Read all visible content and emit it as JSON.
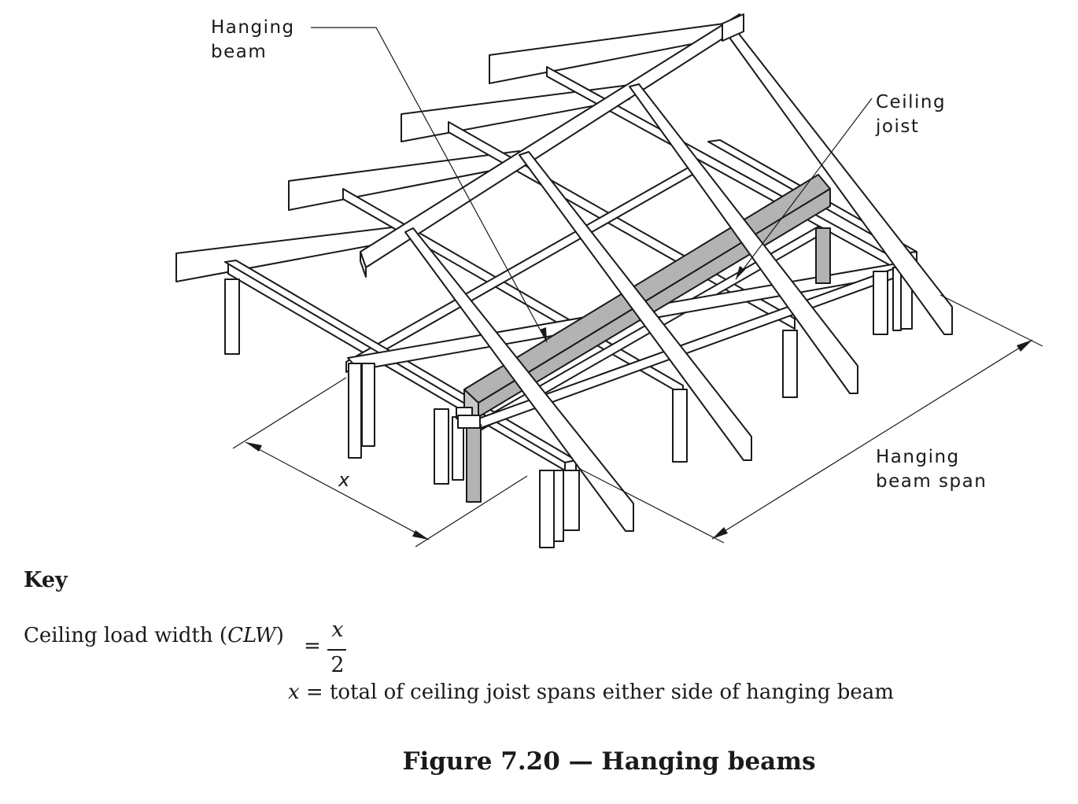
{
  "labels": {
    "hanging_beam": [
      "Hanging",
      "beam"
    ],
    "ceiling_joist": [
      "Ceiling",
      "joist"
    ],
    "hanging_beam_span": [
      "Hanging",
      "beam span"
    ],
    "dimension_x": "x"
  },
  "key": {
    "title": "Key",
    "clw_label_prefix": "Ceiling load width (",
    "clw_label_abbr": "CLW",
    "clw_label_suffix": ")",
    "equals": "=",
    "fraction_numerator": "x",
    "fraction_denominator": "2",
    "x_var": "x",
    "x_definition": " = total of ceiling joist spans either side of hanging beam"
  },
  "figure_caption": "Figure 7.20 — Hanging beams"
}
